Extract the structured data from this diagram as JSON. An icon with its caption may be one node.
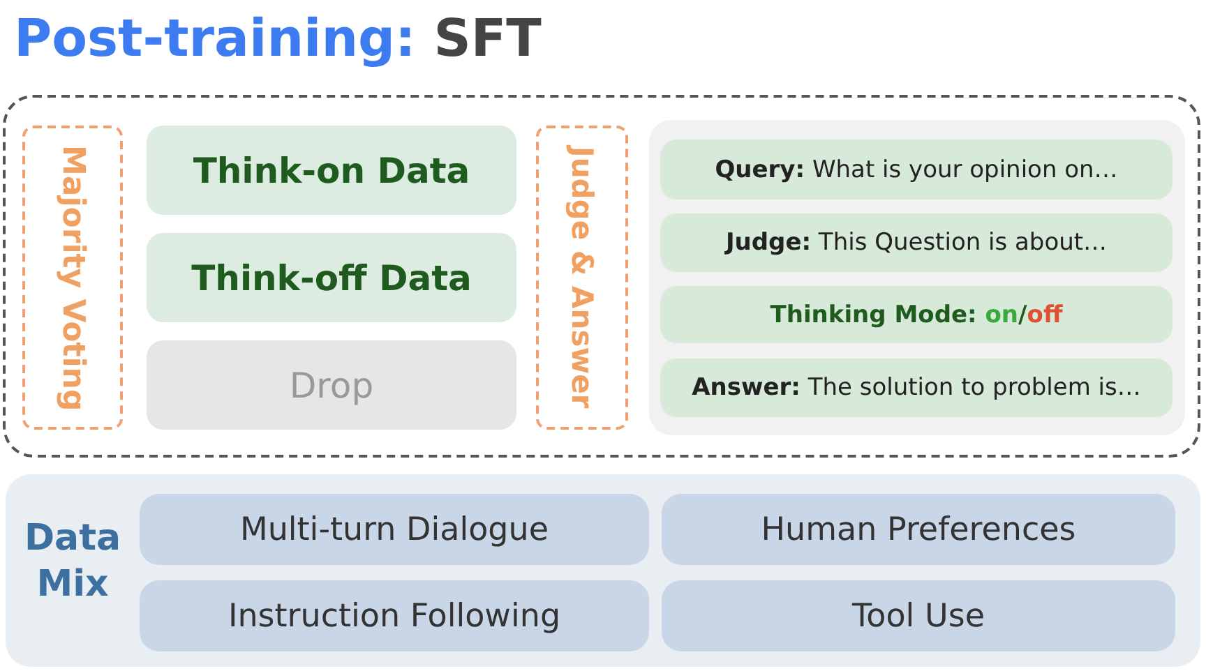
{
  "diagram": {
    "title": "Post-training: SFT",
    "nodes": [
      {
        "text": [],
        "shape": "box"
      },
      {
        "text": [
          "Majority Voting"
        ],
        "in": 0
      },
      {
        "text": [
          "Think-on Data"
        ],
        "in": 0
      },
      {
        "text": [
          "Think-off Data"
        ],
        "in": 0
      },
      {
        "text": [
          "Drop"
        ],
        "in": 0
      },
      {
        "text": [
          "Judge & Answer"
        ],
        "in": 0
      },
      {
        "text": [],
        "shape": "box",
        "in": 0
      },
      {
        "text": [
          "**Query:** What is your opinion on…"
        ],
        "in": 6
      },
      {
        "text": [
          "**Judge:** This Question is about…"
        ],
        "in": 6
      },
      {
        "text": [
          "Thinking Mode:",
          "on",
          "/",
          "off"
        ],
        "in": 6
      },
      {
        "text": [
          "**Answer:** The solution to problem is…"
        ],
        "in": 6
      },
      {
        "text": [
          "Data Mix"
        ]
      },
      {
        "text": [
          "Multi-turn Dialogue"
        ],
        "in": 11
      },
      {
        "text": [
          "Human Preferences"
        ],
        "in": 11
      },
      {
        "text": [
          "Instruction Following"
        ],
        "in": 11
      },
      {
        "text": [
          "Tool Use"
        ],
        "in": 11
      }
    ]
  }
}
